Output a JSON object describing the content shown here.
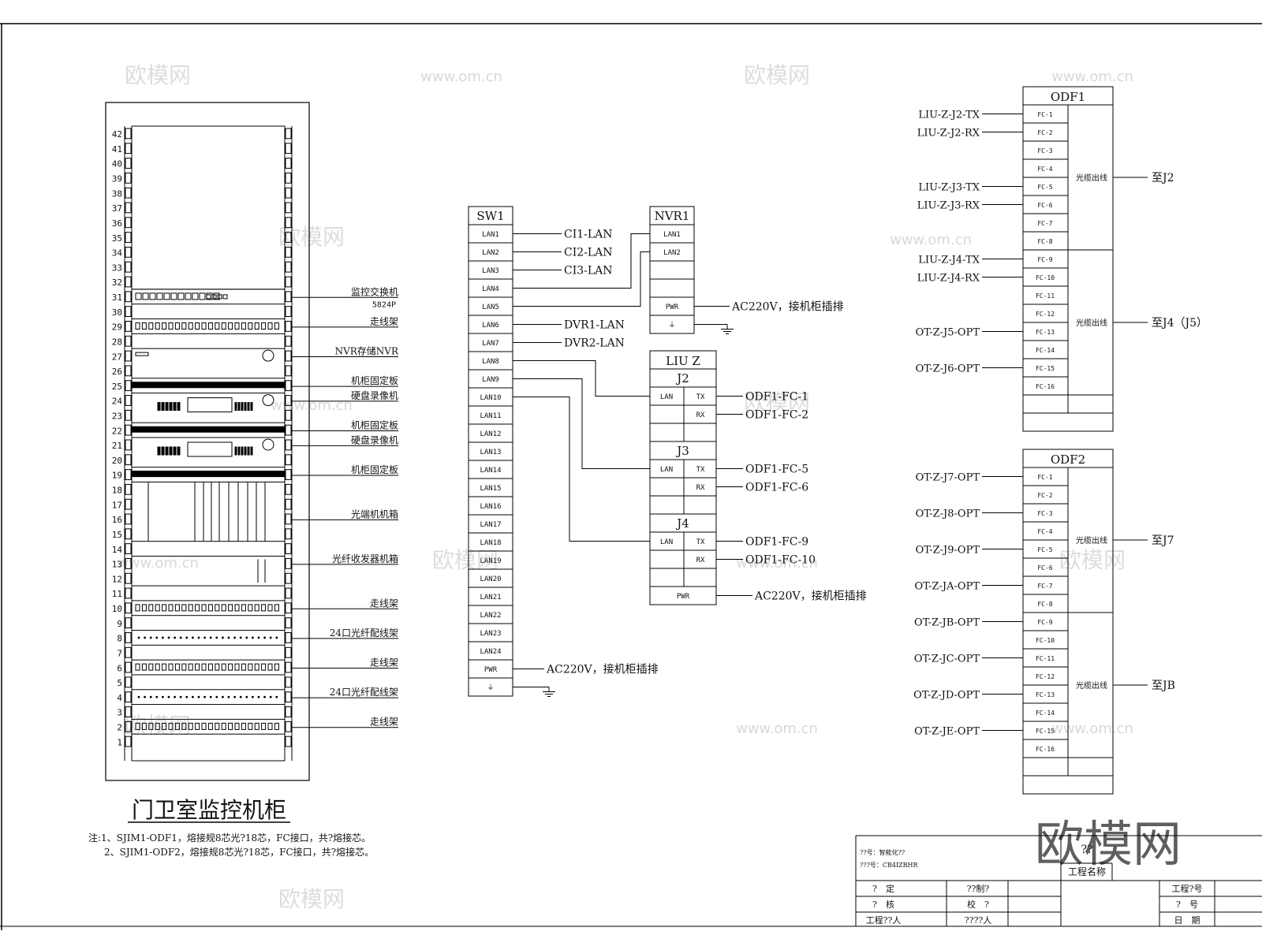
{
  "cabinet": {
    "title": "门卫室监控机柜",
    "u_labels": [
      "1",
      "2",
      "3",
      "4",
      "5",
      "6",
      "7",
      "8",
      "9",
      "10",
      "11",
      "12",
      "13",
      "14",
      "15",
      "16",
      "17",
      "18",
      "19",
      "20",
      "21",
      "22",
      "23",
      "24",
      "25",
      "26",
      "27",
      "28",
      "29",
      "30",
      "31",
      "32",
      "33",
      "34",
      "35",
      "36",
      "37",
      "38",
      "39",
      "40",
      "41",
      "42"
    ],
    "callouts": [
      {
        "u": 31,
        "label": "监控交换机"
      },
      {
        "u": 29,
        "label": "走线架"
      },
      {
        "u": 27,
        "label": "NVR存储NVR"
      },
      {
        "u": 25,
        "label": "机柜固定板"
      },
      {
        "u": 24,
        "label": "硬盘录像机"
      },
      {
        "u": 22,
        "label": "机柜固定板"
      },
      {
        "u": 21,
        "label": "硬盘录像机"
      },
      {
        "u": 19,
        "label": "机柜固定板"
      },
      {
        "u": 16,
        "label": "光端机机箱"
      },
      {
        "u": 13,
        "label": "光纤收发器机箱"
      },
      {
        "u": 10,
        "label": "走线架"
      },
      {
        "u": 8,
        "label": "24口光纤配线架"
      },
      {
        "u": 6,
        "label": "走线架"
      },
      {
        "u": 4,
        "label": "24口光纤配线架"
      },
      {
        "u": 2,
        "label": "走线架"
      }
    ],
    "sub_label_31": "5824P",
    "notes": [
      "注:1、SJIM1-ODF1，熔接规8芯光?18芯，FC接口，共?熔接芯。",
      "2、SJIM1-ODF2，熔接规8芯光?18芯，FC接口，共?熔接芯。"
    ]
  },
  "sw1": {
    "title": "SW1",
    "ports": [
      "LAN1",
      "LAN2",
      "LAN3",
      "LAN4",
      "LAN5",
      "LAN6",
      "LAN7",
      "LAN8",
      "LAN9",
      "LAN10",
      "LAN11",
      "LAN12",
      "LAN13",
      "LAN14",
      "LAN15",
      "LAN16",
      "LAN17",
      "LAN18",
      "LAN19",
      "LAN20",
      "LAN21",
      "LAN22",
      "LAN23",
      "LAN24",
      "PWR",
      "⏚"
    ],
    "links": [
      {
        "port": 0,
        "label": "CI1-LAN"
      },
      {
        "port": 1,
        "label": "CI2-LAN"
      },
      {
        "port": 2,
        "label": "CI3-LAN"
      },
      {
        "port": 5,
        "label": "DVR1-LAN"
      },
      {
        "port": 6,
        "label": "DVR2-LAN"
      },
      {
        "port": 24,
        "label": "AC220V，接机柜插排"
      }
    ]
  },
  "nvr1": {
    "title": "NVR1",
    "ports": [
      "LAN1",
      "LAN2",
      "",
      "",
      "PWR",
      "⏚"
    ],
    "power_label": "AC220V，接机柜插排"
  },
  "liuz": {
    "title": "LIU Z",
    "groups": [
      {
        "name": "J2",
        "rows": [
          {
            "left": "LAN",
            "right": "TX",
            "label": "ODF1-FC-1"
          },
          {
            "left": "",
            "right": "RX",
            "label": "ODF1-FC-2"
          }
        ]
      },
      {
        "name": "J3",
        "rows": [
          {
            "left": "LAN",
            "right": "TX",
            "label": "ODF1-FC-5"
          },
          {
            "left": "",
            "right": "RX",
            "label": "ODF1-FC-6"
          }
        ]
      },
      {
        "name": "J4",
        "rows": [
          {
            "left": "LAN",
            "right": "TX",
            "label": "ODF1-FC-9"
          },
          {
            "left": "",
            "right": "RX",
            "label": "ODF1-FC-10"
          }
        ]
      }
    ],
    "pwr": "PWR",
    "power_label": "AC220V，接机柜插排"
  },
  "odf1": {
    "title": "ODF1",
    "ports": [
      "FC-1",
      "FC-2",
      "FC-3",
      "FC-4",
      "FC-5",
      "FC-6",
      "FC-7",
      "FC-8",
      "FC-9",
      "FC-10",
      "FC-11",
      "FC-12",
      "FC-13",
      "FC-14",
      "FC-15",
      "FC-16"
    ],
    "left_labels": [
      {
        "port": 0,
        "label": "LIU-Z-J2-TX"
      },
      {
        "port": 1,
        "label": "LIU-Z-J2-RX"
      },
      {
        "port": 4,
        "label": "LIU-Z-J3-TX"
      },
      {
        "port": 5,
        "label": "LIU-Z-J3-RX"
      },
      {
        "port": 8,
        "label": "LIU-Z-J4-TX"
      },
      {
        "port": 9,
        "label": "LIU-Z-J4-RX"
      },
      {
        "port": 12,
        "label": "OT-Z-J5-OPT"
      },
      {
        "port": 14,
        "label": "OT-Z-J6-OPT"
      }
    ],
    "cable_label": "光缆出线",
    "dest": [
      "至J2",
      "至J4（J5）"
    ]
  },
  "odf2": {
    "title": "ODF2",
    "ports": [
      "FC-1",
      "FC-2",
      "FC-3",
      "FC-4",
      "FC-5",
      "FC-6",
      "FC-7",
      "FC-8",
      "FC-9",
      "FC-10",
      "FC-11",
      "FC-12",
      "FC-13",
      "FC-14",
      "FC-15",
      "FC-16"
    ],
    "left_labels": [
      {
        "port": 0,
        "label": "OT-Z-J7-OPT"
      },
      {
        "port": 2,
        "label": "OT-Z-J8-OPT"
      },
      {
        "port": 4,
        "label": "OT-Z-J9-OPT"
      },
      {
        "port": 6,
        "label": "OT-Z-JA-OPT"
      },
      {
        "port": 8,
        "label": "OT-Z-JB-OPT"
      },
      {
        "port": 10,
        "label": "OT-Z-JC-OPT"
      },
      {
        "port": 12,
        "label": "OT-Z-JD-OPT"
      },
      {
        "port": 14,
        "label": "OT-Z-JE-OPT"
      }
    ],
    "cable_label": "光缆出线",
    "dest": [
      "至J7",
      "至JB"
    ]
  },
  "titleblock": {
    "line1": "??号：智能化??",
    "line2": "???号：CB4IZBHR",
    "project_code": "??",
    "project_name": "工程名称",
    "rows_left": [
      [
        "?　定",
        ""
      ],
      [
        "?　核",
        ""
      ],
      [
        "工程??人",
        ""
      ]
    ],
    "rows_mid": [
      [
        "??制?",
        ""
      ],
      [
        "校　?",
        ""
      ],
      [
        "????人",
        ""
      ]
    ],
    "rows_right": [
      [
        "工程?号",
        ""
      ],
      [
        "?　号",
        ""
      ],
      [
        "日　期",
        ""
      ]
    ]
  },
  "watermark": {
    "brand": "欧模网",
    "site": "www.om.cn"
  }
}
